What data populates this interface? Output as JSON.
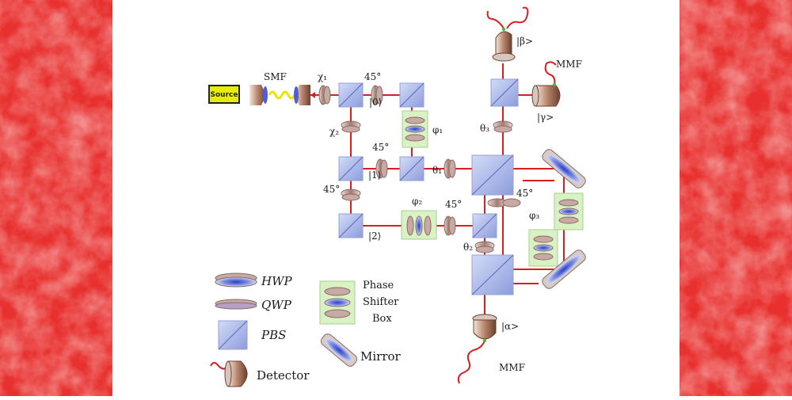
{
  "colors": {
    "side_panels": "#e8312f",
    "beam": "#d42020",
    "pbs_fill": "#b7c3ea",
    "phase_box_fill": "#d9f2c4",
    "source_fill": "#e6ee00",
    "detector_fill": "#a8785f"
  },
  "components": {
    "source": "Source",
    "fiber": "SMF",
    "chi1": "χ₁",
    "chi2": "χ₂",
    "hwp_45_top": "45°",
    "hwp_45_mid": "45°",
    "hwp_45_left": "45°",
    "hwp_45_lower": "45°",
    "hwp_45_right": "45°",
    "phi1": "φ₁",
    "phi2": "φ₂",
    "phi3": "φ₃",
    "theta1": "θ₁",
    "theta2": "θ₂",
    "theta3": "θ₃"
  },
  "paths": {
    "ket0": "|0⟩",
    "ket1": "|1⟩",
    "ket2": "|2⟩"
  },
  "outputs": {
    "alpha": "|α>",
    "beta": "|β>",
    "gamma": "|γ>",
    "mmf_top": "MMF",
    "mmf_bottom": "MMF"
  },
  "legend": {
    "hwp": "HWP",
    "qwp": "QWP",
    "pbs": "PBS",
    "phase_box_line1": "Phase",
    "phase_box_line2": "Shifter",
    "phase_box_line3": "Box",
    "mirror": "Mirror",
    "detector": "Detector"
  }
}
